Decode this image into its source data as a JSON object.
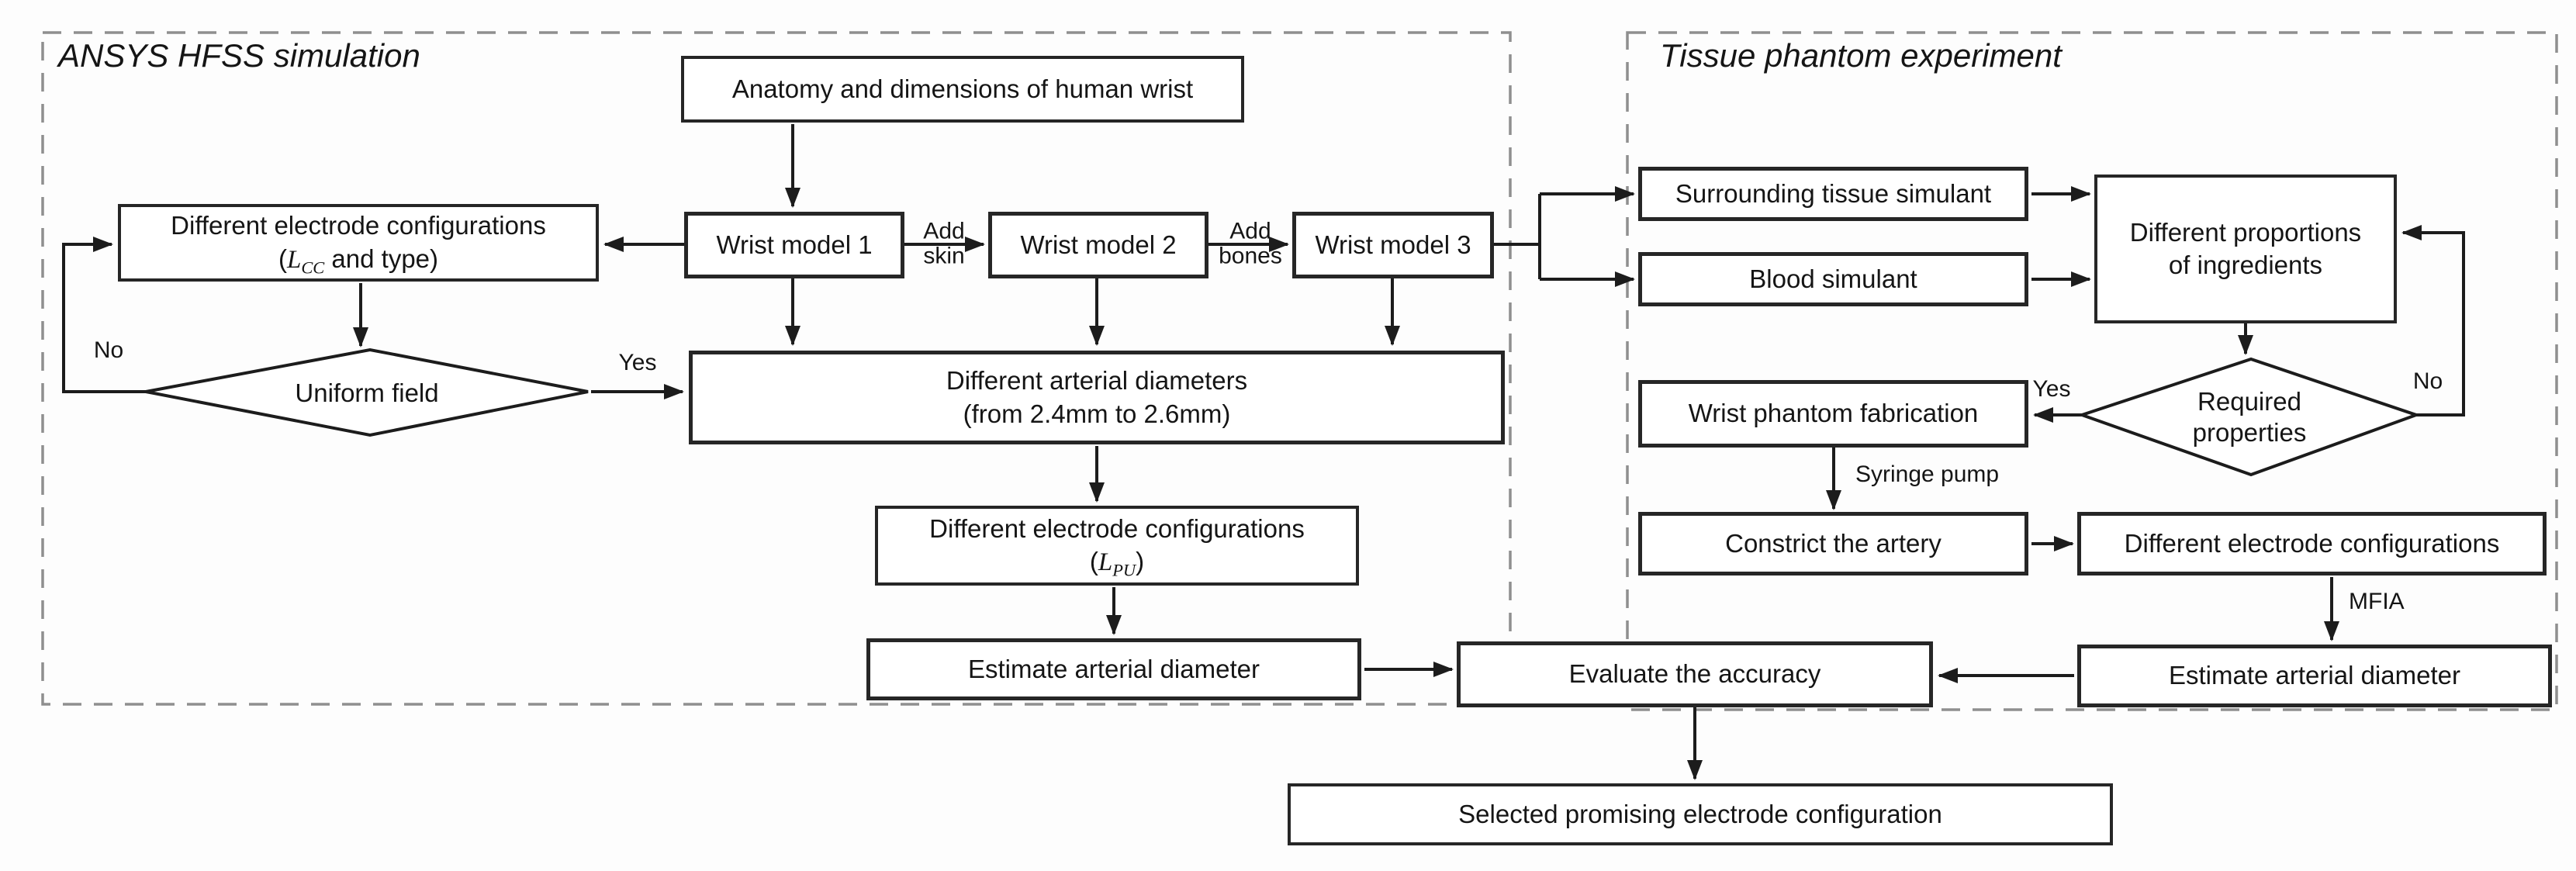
{
  "canvas": {
    "background": "#fdfdfd",
    "line_color": "#1c1c1c",
    "box_border_color": "#262626",
    "box_fill": "#ffffff",
    "panel_dash_color": "#8f8f8f"
  },
  "panels": {
    "simulation": {
      "title": "ANSYS HFSS simulation"
    },
    "experiment": {
      "title": "Tissue phantom experiment"
    }
  },
  "nodes": {
    "anatomy": {
      "label": "Anatomy and dimensions of human wrist"
    },
    "electrode_cc": {
      "line1": "Different electrode configurations",
      "pre": "(",
      "var": "L",
      "sub": "CC",
      "post": " and type)"
    },
    "wrist_model_1": {
      "label": "Wrist model 1"
    },
    "wrist_model_2": {
      "label": "Wrist model 2"
    },
    "wrist_model_3": {
      "label": "Wrist model 3"
    },
    "uniform_field": {
      "label": "Uniform field"
    },
    "arterial_diameters": {
      "label": "Different arterial diameters\n(from 2.4mm to 2.6mm)"
    },
    "electrode_pu": {
      "line1": "Different electrode configurations",
      "pre": "(",
      "var": "L",
      "sub": "PU",
      "post": ")"
    },
    "estimate_sim": {
      "label": "Estimate arterial diameter"
    },
    "evaluate": {
      "label": "Evaluate the accuracy"
    },
    "selected": {
      "label": "Selected promising electrode configuration"
    },
    "surrounding": {
      "label": "Surrounding tissue simulant"
    },
    "blood": {
      "label": "Blood simulant"
    },
    "proportions": {
      "label": "Different proportions\nof ingredients"
    },
    "required_props": {
      "label": "Required\nproperties"
    },
    "wrist_phantom": {
      "label": "Wrist phantom fabrication"
    },
    "constrict": {
      "label": "Constrict the artery"
    },
    "electrode_exp": {
      "label": "Different electrode configurations"
    },
    "estimate_exp": {
      "label": "Estimate arterial diameter"
    }
  },
  "edge_labels": {
    "add_skin": "Add\nskin",
    "add_bones": "Add\nbones",
    "yes_sim": "Yes",
    "no_sim": "No",
    "yes_exp": "Yes",
    "no_exp": "No",
    "syringe_pump": "Syringe pump",
    "mfia": "MFIA"
  }
}
